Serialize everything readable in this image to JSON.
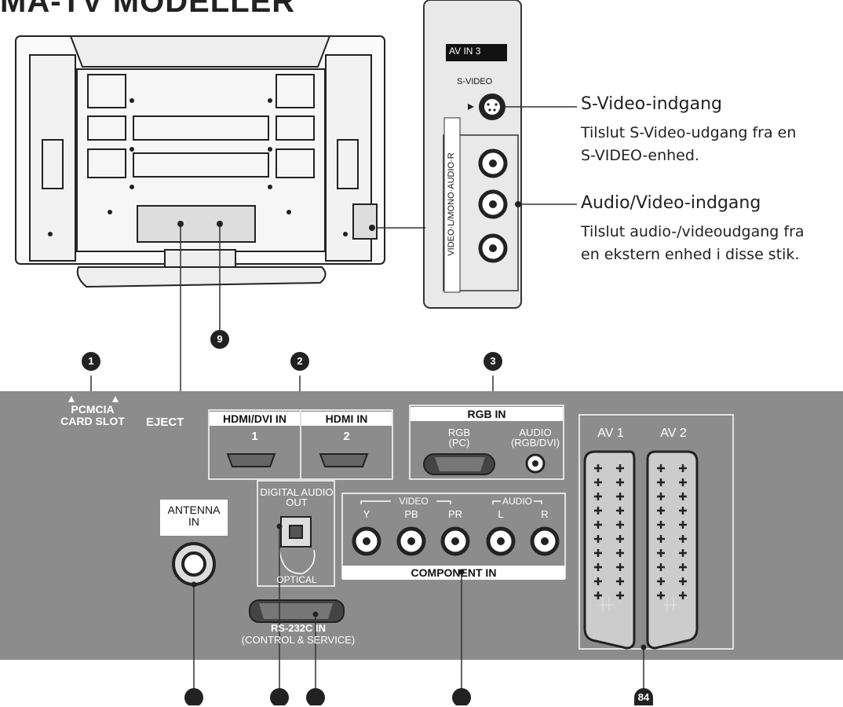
{
  "header": {
    "title": "MA-TV MODELLER"
  },
  "side_panel": {
    "av_in_label": "AV IN 3",
    "svideo_label": "S-VIDEO",
    "vertical_label": "VIDEO·L/MONO·AUDIO·R"
  },
  "callouts": [
    {
      "title": "S-Video-indgang",
      "lines": [
        "Tilslut S-Video-udgang fra en",
        "S-VIDEO-enhed."
      ]
    },
    {
      "title": "Audio/Video-indgang",
      "lines": [
        "Tilslut audio-/videoudgang fra",
        "en ekstern enhed i disse stik."
      ]
    }
  ],
  "markers": [
    "1",
    "2",
    "3",
    "9"
  ],
  "page_number": "84",
  "panel": {
    "pcmcia": [
      "PCMCIA",
      "CARD SLOT"
    ],
    "eject": "EJECT",
    "hdmi_dvi": {
      "label": "HDMI/DVI IN",
      "number": "1"
    },
    "hdmi": {
      "label": "HDMI IN",
      "number": "2"
    },
    "rgb_in": "RGB IN",
    "rgb_pc": [
      "RGB",
      "(PC)"
    ],
    "audio_rgb": [
      "AUDIO",
      "(RGB/DVI)"
    ],
    "av1": "AV 1",
    "av2": "AV 2",
    "antenna": [
      "ANTENNA",
      "IN"
    ],
    "digital_audio": [
      "DIGITAL AUDIO",
      "OUT"
    ],
    "optical": "OPTICAL",
    "video_group": "VIDEO",
    "audio_group": "AUDIO",
    "component_ports": [
      "Y",
      "PB",
      "PR",
      "L",
      "R"
    ],
    "component_in": "COMPONENT IN",
    "rs232": [
      "RS-232C IN",
      "(CONTROL & SERVICE)"
    ]
  },
  "colors": {
    "panel_gray": "#8c8c8c",
    "dark": "#222222",
    "white": "#ffffff"
  }
}
